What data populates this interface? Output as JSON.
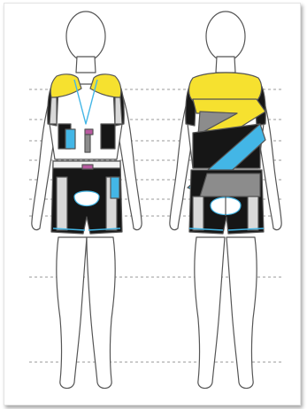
{
  "figure": {
    "views": [
      {
        "name": "front-view"
      },
      {
        "name": "back-view"
      }
    ],
    "colors": {
      "yellow": "#f6e12f",
      "cyan": "#43b6e6",
      "magenta": "#b85aa0",
      "gray": "#8c8c8c",
      "black": "#161616",
      "white": "#ffffff",
      "outline": "#555555",
      "guide": "#9a9a9a"
    },
    "guide_line_count": 9
  }
}
